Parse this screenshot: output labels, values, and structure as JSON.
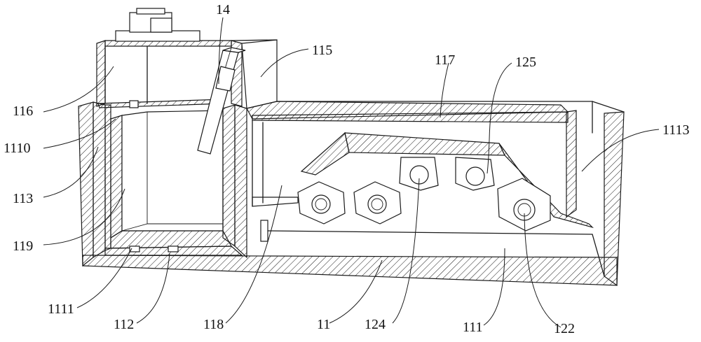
{
  "figure": {
    "description_labels": [
      {
        "id": "l14",
        "text": "14"
      },
      {
        "id": "l115",
        "text": "115"
      },
      {
        "id": "l117",
        "text": "117"
      },
      {
        "id": "l125",
        "text": "125"
      },
      {
        "id": "l116",
        "text": "116"
      },
      {
        "id": "l1110",
        "text": "1110"
      },
      {
        "id": "l1113",
        "text": "1113"
      },
      {
        "id": "l113",
        "text": "113"
      },
      {
        "id": "l119",
        "text": "119"
      },
      {
        "id": "l1111",
        "text": "1111"
      },
      {
        "id": "l112",
        "text": "112"
      },
      {
        "id": "l118",
        "text": "118"
      },
      {
        "id": "l11",
        "text": "11"
      },
      {
        "id": "l124",
        "text": "124"
      },
      {
        "id": "l111",
        "text": "111"
      },
      {
        "id": "l122",
        "text": "122"
      }
    ]
  },
  "colors": {
    "line": "#1a1a1a",
    "background": "#ffffff"
  }
}
